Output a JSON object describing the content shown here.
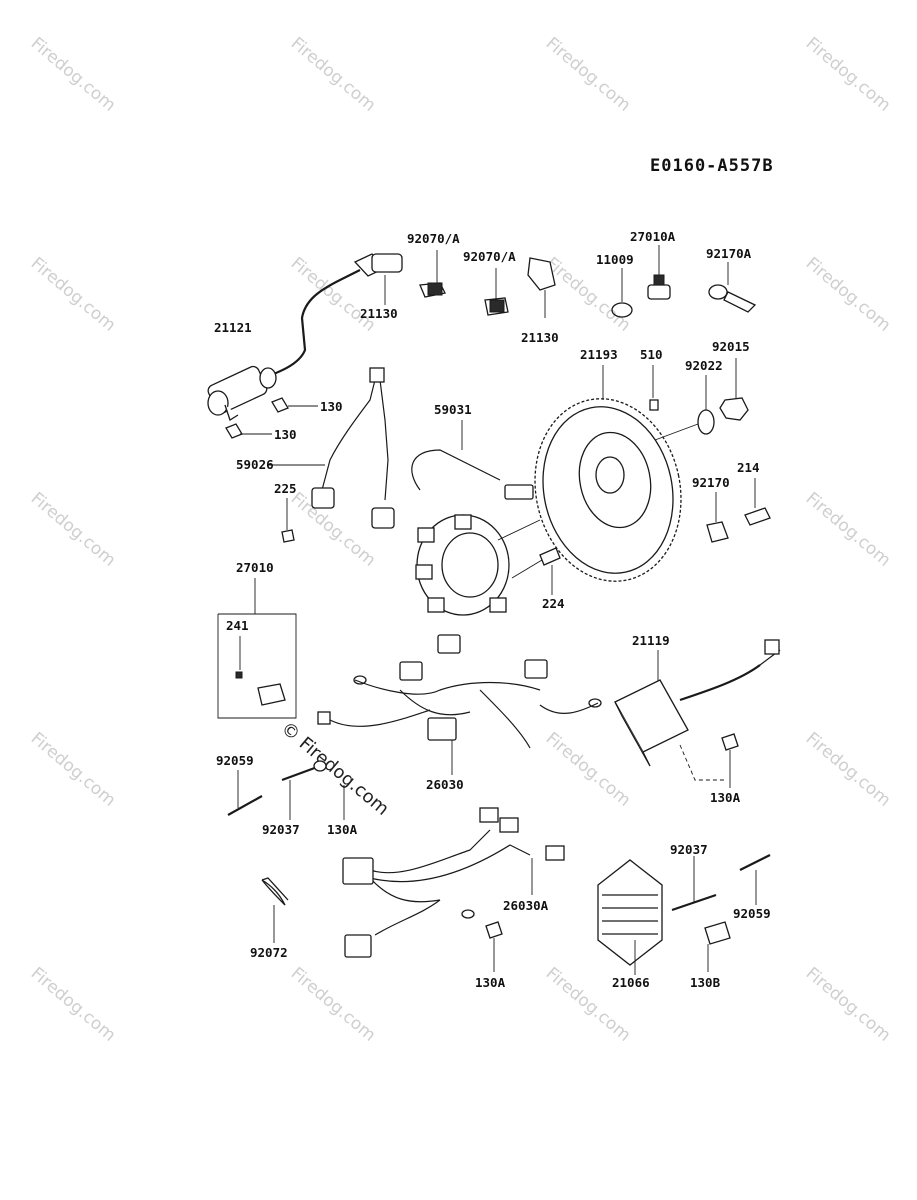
{
  "diagram_code": "E0160-A557B",
  "watermark": {
    "text": "Firedog.com",
    "center_text": "© Firedog.com"
  },
  "parts": {
    "p92070A_1": "92070/A",
    "p92070A_2": "92070/A",
    "p27010A": "27010A",
    "p11009": "11009",
    "p92170A": "92170A",
    "p21130_1": "21130",
    "p21130_2": "21130",
    "p21121": "21121",
    "p21193": "21193",
    "p510": "510",
    "p92015": "92015",
    "p92022": "92022",
    "p130_1": "130",
    "p130_2": "130",
    "p59031": "59031",
    "p59026": "59026",
    "p214": "214",
    "p92170": "92170",
    "p225": "225",
    "p224": "224",
    "p27010": "27010",
    "p241": "241",
    "p21119": "21119",
    "p92059_1": "92059",
    "p92037_1": "92037",
    "p130A_1": "130A",
    "p26030": "26030",
    "p130A_2": "130A",
    "p92037_2": "92037",
    "p92059_2": "92059",
    "p26030A": "26030A",
    "p92072": "92072",
    "p130A_3": "130A",
    "p21066": "21066",
    "p130B": "130B"
  }
}
